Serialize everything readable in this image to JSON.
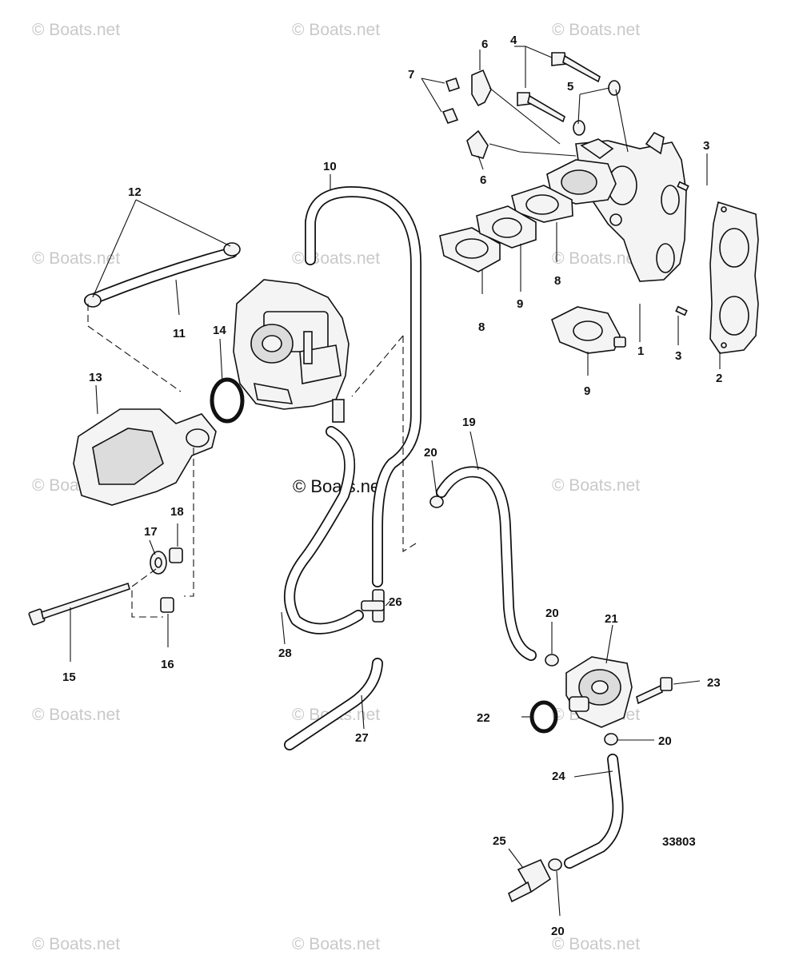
{
  "watermark": {
    "text": "© Boats.net",
    "center_text": "© Boats.net"
  },
  "callouts": {
    "c1": "1",
    "c2": "2",
    "c3a": "3",
    "c3b": "3",
    "c4": "4",
    "c5": "5",
    "c6a": "6",
    "c6b": "6",
    "c7": "7",
    "c8a": "8",
    "c8b": "8",
    "c9a": "9",
    "c9b": "9",
    "c10": "10",
    "c11": "11",
    "c12": "12",
    "c13": "13",
    "c14": "14",
    "c15": "15",
    "c16": "16",
    "c17": "17",
    "c18": "18",
    "c19": "19",
    "c20a": "20",
    "c20b": "20",
    "c20c": "20",
    "c20d": "20",
    "c21": "21",
    "c22": "22",
    "c23": "23",
    "c24": "24",
    "c25": "25",
    "c26": "26",
    "c27": "27",
    "c28": "28"
  },
  "diagram_number": "33803",
  "colors": {
    "line": "#111111",
    "watermark": "#c9c9c9",
    "background": "#ffffff"
  }
}
